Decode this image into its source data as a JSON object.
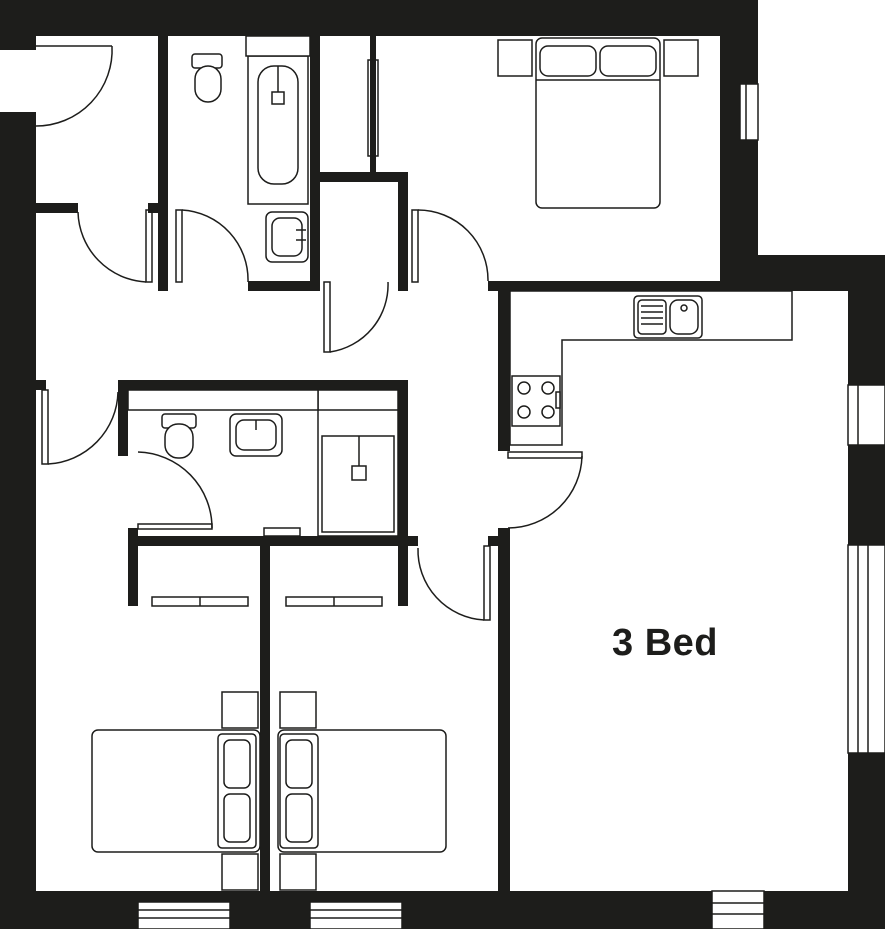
{
  "plan": {
    "label": "3 Bed",
    "wall_color": "#1d1d1b",
    "line_color": "#1d1d1b",
    "background": "#ffffff"
  },
  "furniture": [
    "double-bed",
    "twin-bed-left",
    "twin-bed-right",
    "toilet-main",
    "bath",
    "basin-main",
    "toilet-ensuite",
    "basin-ensuite",
    "shower",
    "kitchen-sink",
    "hob"
  ],
  "doors": [
    "entrance-door",
    "hall-door",
    "bathroom-door",
    "bedroom1-door",
    "store-door",
    "ensuite-door",
    "living-door",
    "bedroom2-door"
  ]
}
